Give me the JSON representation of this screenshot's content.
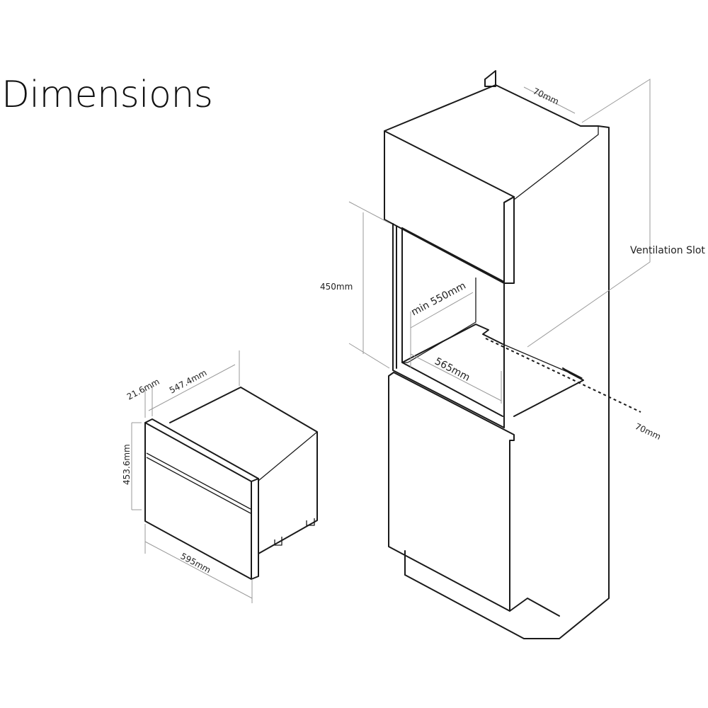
{
  "title": "Dimensions",
  "labels": {
    "cab_top_depth": "70mm",
    "ventilation_slot": "Ventilation Slot",
    "niche_height": "450mm",
    "niche_depth": "min 550mm",
    "niche_width": "565mm",
    "vent_depth": "70mm",
    "fascia_thickness": "21.6mm",
    "body_depth": "547.4mm",
    "appliance_height": "453.6mm",
    "appliance_width": "595mm"
  }
}
